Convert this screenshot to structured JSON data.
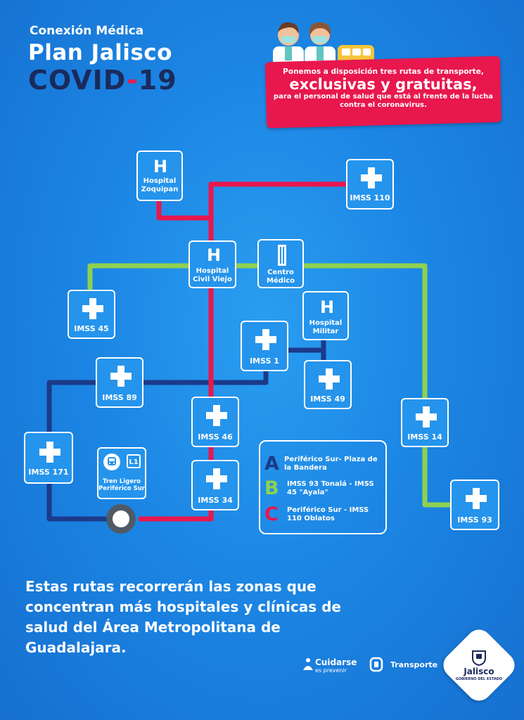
{
  "header": {
    "subtitle": "Conexión Médica",
    "title": "Plan Jalisco",
    "covid_word": "COVID",
    "covid_dash": "-",
    "covid_num": "19"
  },
  "banner": {
    "line1": "Ponemos a disposición tres rutas de transporte,",
    "line2": "exclusivas y gratuitas,",
    "line3": "para el personal de salud que está al frente de la lucha contra el coronavirus."
  },
  "nodes": {
    "zoquipan": "Hospital Zoquipan",
    "imss110": "IMSS  110",
    "civil": "Hospital Civil Viejo",
    "centro": "Centro Médico",
    "imss45": "IMSS  45",
    "militar": "Hospital Militar",
    "imss1": "IMSS  1",
    "imss89": "IMSS  89",
    "imss49": "IMSS  49",
    "imss46": "IMSS  46",
    "imss14": "IMSS  14",
    "imss171": "IMSS  171",
    "tren": "Tren Ligero Periférico Sur",
    "tren_badge": "L1",
    "imss34": "IMSS  34",
    "imss93": "IMSS  93"
  },
  "legend": {
    "a_letter": "A",
    "a_text": "Periférico Sur- Plaza de la Bandera",
    "b_letter": "B",
    "b_text": "IMSS 93 Tonalá -  IMSS 45 \"Ayala\"",
    "c_letter": "C",
    "c_text": "Periférico Sur -  IMSS 110 Oblatos"
  },
  "colors": {
    "route_a": "#1b3a8a",
    "route_b": "#8fd14f",
    "route_c": "#e8174d",
    "background": "#1c86e4"
  },
  "bottom_text": "Estas rutas recorrerán las zonas que concentran más hospitales y clínicas de salud del Área Metropolitana de Guadalajara.",
  "footer": {
    "cuidarse": "Cuidarse",
    "cuidarse_tag": "es prevenir",
    "transporte": "Transporte",
    "jalisco": "Jalisco",
    "jalisco_tag": "GOBIERNO DEL ESTADO"
  }
}
